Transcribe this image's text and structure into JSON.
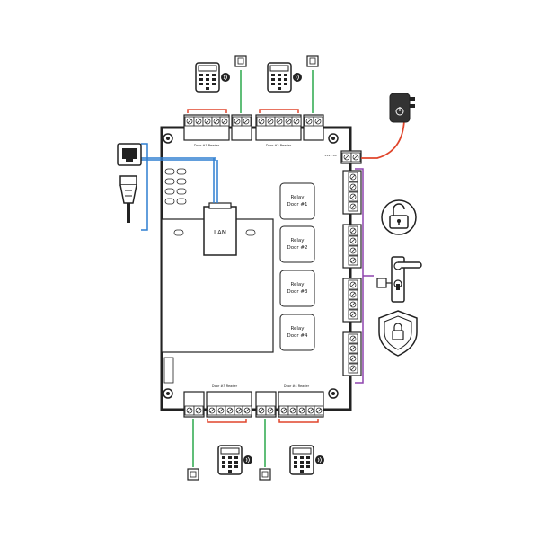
{
  "board": {
    "lan_label": "LAN",
    "relays": [
      {
        "line1": "Relay",
        "line2": "Door #1"
      },
      {
        "line1": "Relay",
        "line2": "Door #2"
      },
      {
        "line1": "Relay",
        "line2": "Door #3"
      },
      {
        "line1": "Relay",
        "line2": "Door #4"
      }
    ],
    "top_left_reader": "Door #1 Reader",
    "top_right_reader": "Door #2 Reader",
    "bottom_left_reader": "Door #3 Reader",
    "bottom_right_reader": "Door #4 Reader",
    "power_label": "+12V DC"
  },
  "colors": {
    "reader_wire": "#e0452b",
    "sensor_wire": "#2aa84a",
    "lan_wire": "#2f7fd1",
    "relay_bracket": "#8e44ad",
    "power_wire": "#e0452b",
    "outline": "#222222"
  },
  "icons": [
    "ethernet-port-icon",
    "ethernet-plug-icon",
    "keypad-reader-icon",
    "door-sensor-icon",
    "power-adapter-icon",
    "unlock-icon",
    "door-handle-lock-icon",
    "shield-lock-icon"
  ]
}
